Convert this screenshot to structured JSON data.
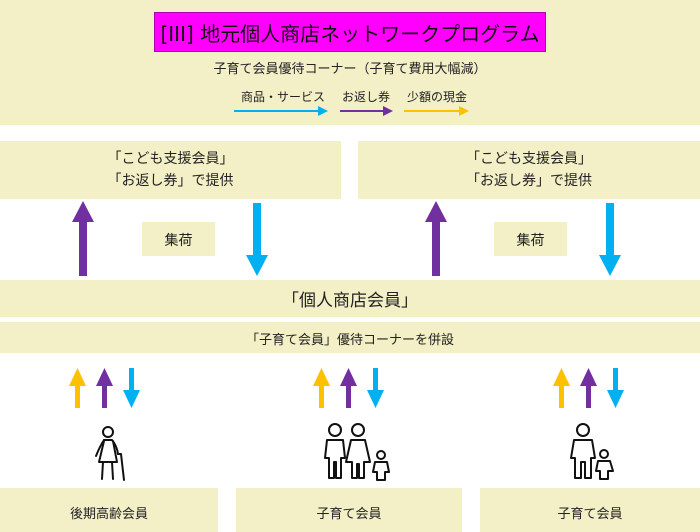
{
  "header": {
    "title": "[III] 地元個人商店ネットワークプログラム",
    "subtitle": "子育て会員優待コーナー（子育て費用大幅減）"
  },
  "legend": [
    {
      "label": "商品・サービス",
      "color": "#00b0f0"
    },
    {
      "label": "お返し券",
      "color": "#7030a0"
    },
    {
      "label": "少額の現金",
      "color": "#ffc000"
    }
  ],
  "top_left": {
    "line1": "「こども支援会員」",
    "line2": "「お返し券」で提供"
  },
  "top_right": {
    "line1": "「こども支援会員」",
    "line2": "「お返し券」で提供"
  },
  "collect_left": "集荷",
  "collect_right": "集荷",
  "store_members": "「個人商店会員」",
  "corner_note": "「子育て会員」優待コーナーを併設",
  "members": [
    {
      "label": "後期高齢会員",
      "icon": "elderly-person-icon"
    },
    {
      "label": "子育て会員",
      "icon": "family-icon"
    },
    {
      "label": "子育て会員",
      "icon": "parent-child-icon"
    }
  ]
}
